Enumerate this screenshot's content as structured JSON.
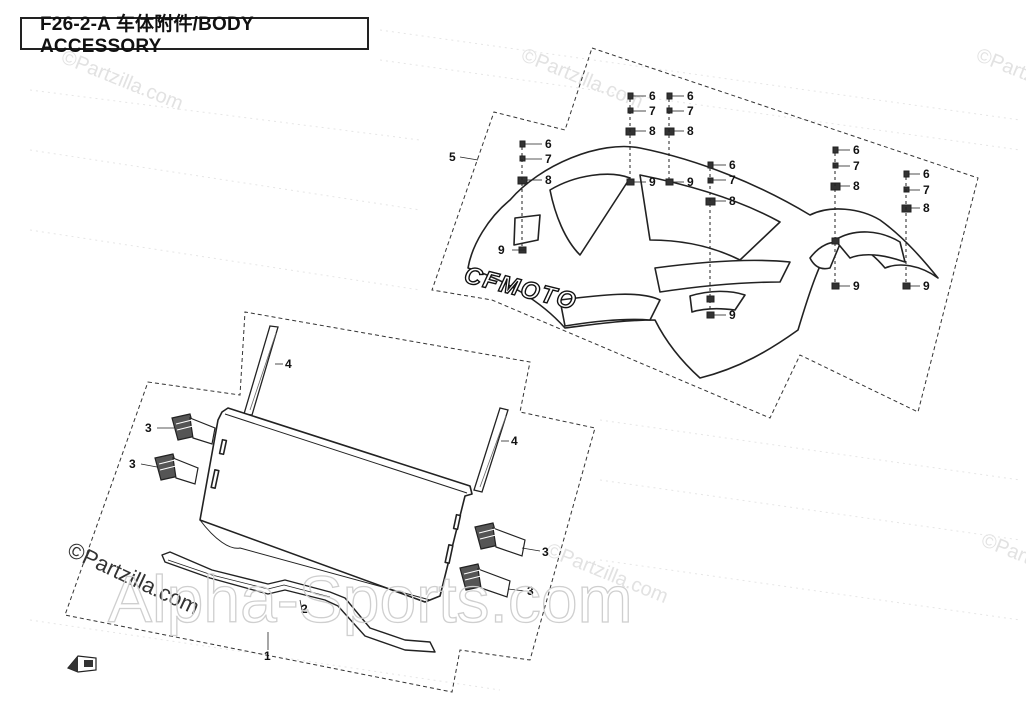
{
  "header": {
    "title": "F26-2-A 车体附件/BODY ACCESSORY"
  },
  "watermarks": {
    "partzilla_small": "©Partzilla.com",
    "partzilla_main": "©Partzilla.com",
    "dealer": "Alpha-Sports.com"
  },
  "brand_on_part": "CFMOTO",
  "callouts": {
    "c1": "1",
    "c2": "2",
    "c3": "3",
    "c4": "4",
    "c5": "5",
    "c6": "6",
    "c7": "7",
    "c8": "8",
    "c9": "9"
  },
  "icons": {
    "front_direction": "direction-arrow-icon"
  }
}
